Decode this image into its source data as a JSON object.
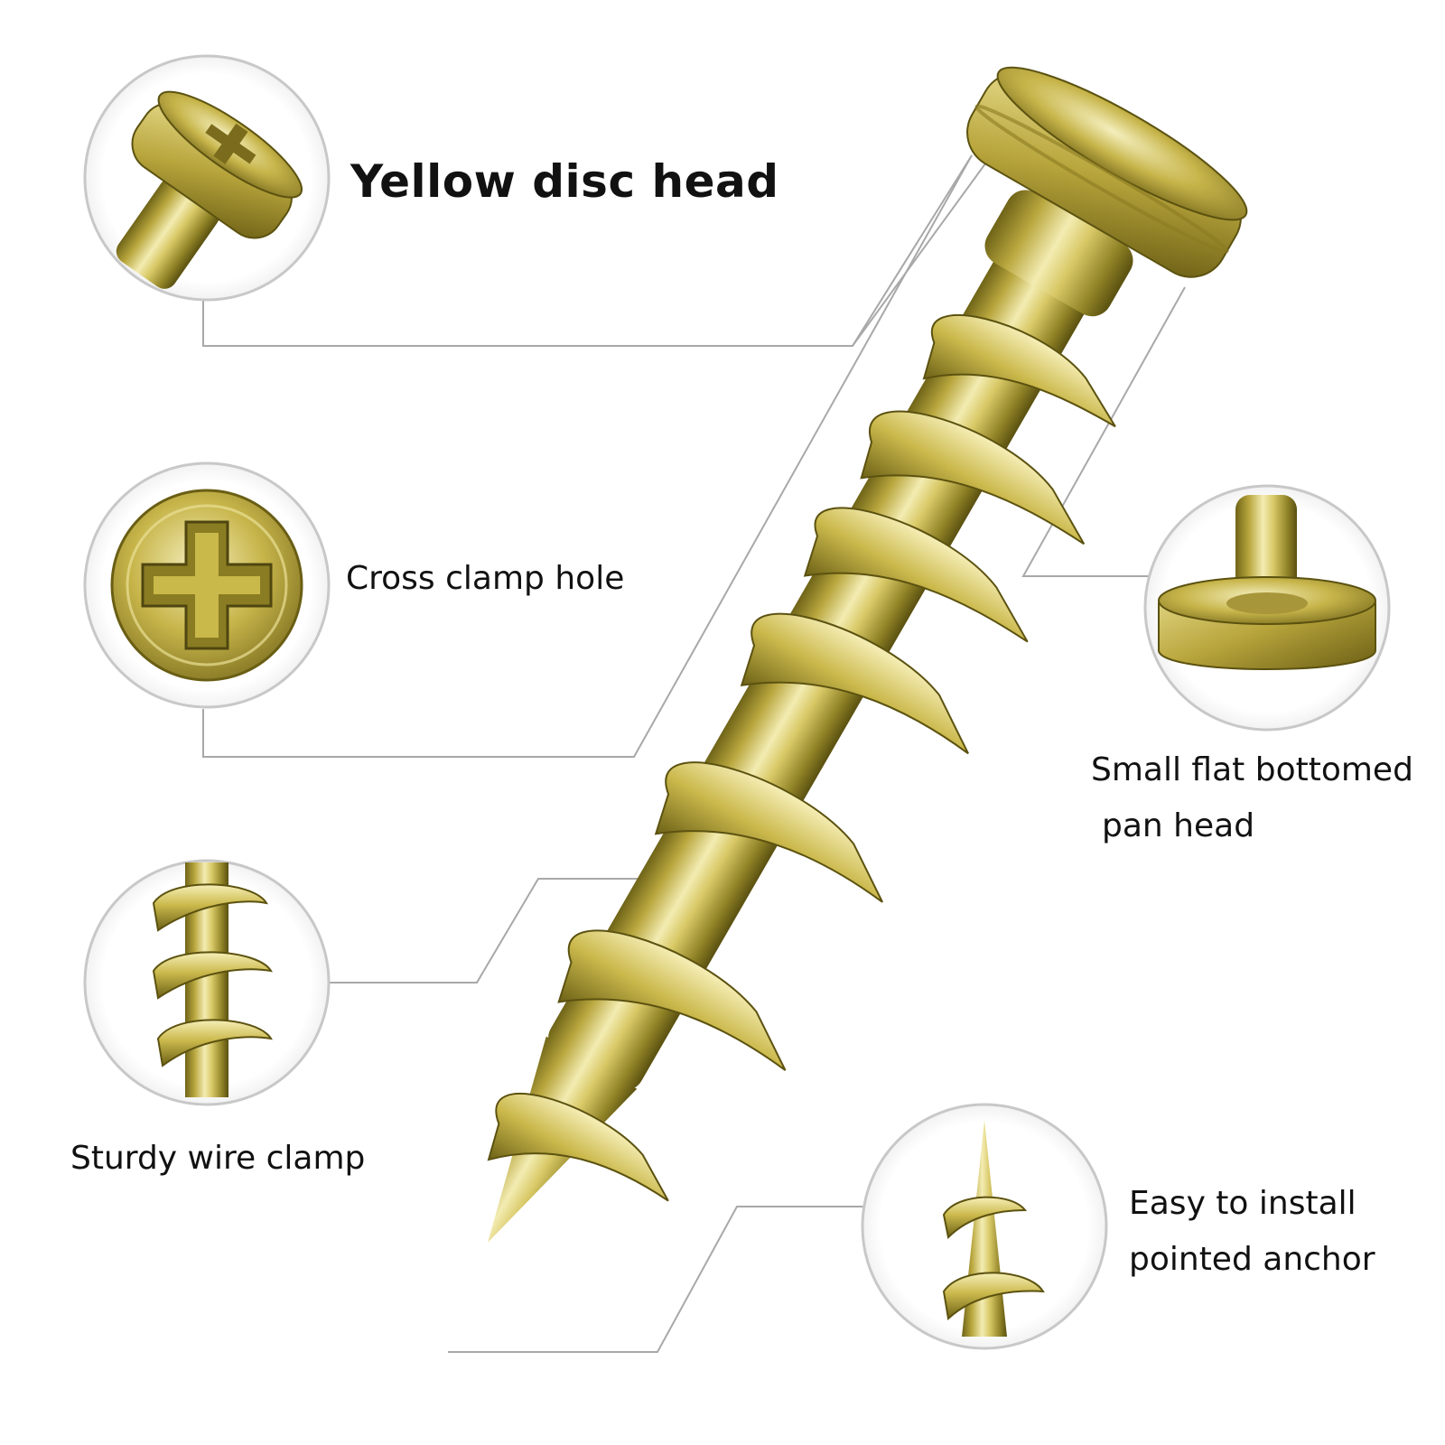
{
  "callouts": {
    "disc_head": {
      "label": "Yellow disc head",
      "icon": "pan-head-closeup"
    },
    "cross_hole": {
      "label": "Cross clamp hole",
      "icon": "phillips-head-closeup"
    },
    "wire_clamp": {
      "label": "Sturdy wire clamp",
      "icon": "spiral-thread-closeup"
    },
    "pan_head": {
      "line1": "Small flat bottomed",
      "line2": "pan head",
      "icon": "flat-bottom-head-closeup"
    },
    "anchor": {
      "line1": "Easy to install",
      "line2": "pointed anchor",
      "icon": "pointed-tip-closeup"
    }
  },
  "colors": {
    "brass_light": "#f3e9a0",
    "brass_mid": "#c9b84a",
    "brass_dark": "#6f6418",
    "ring_gray": "#c8c8c8",
    "leader_gray": "#a8a8a8",
    "text": "#111111"
  }
}
